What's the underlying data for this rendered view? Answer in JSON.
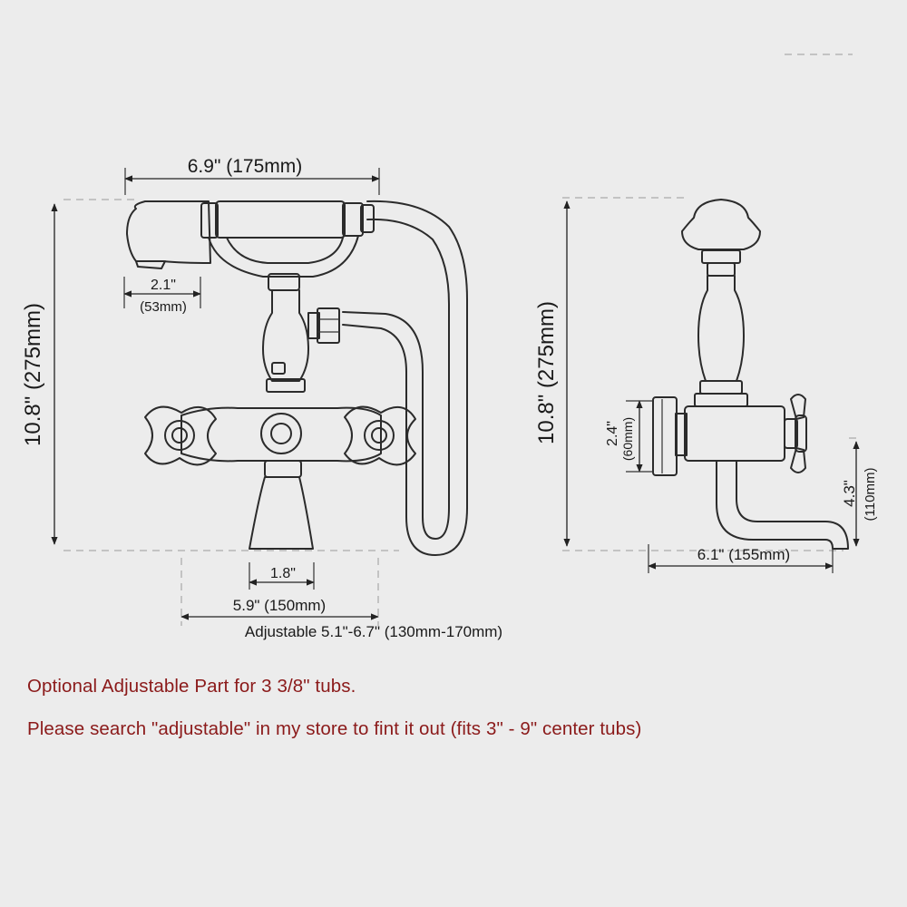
{
  "colors": {
    "background": "#ececec",
    "line": "#2b2b2b",
    "note_text": "#8b1a1a"
  },
  "dimensions": {
    "handset_width": "6.9\" (175mm)",
    "handset_head_in": "2.1\"",
    "handset_head_mm": "(53mm)",
    "front_height": "10.8\" (275mm)",
    "spout_width": "1.8\"",
    "center_distance": "5.9\" (150mm)",
    "adjustable_range": "Adjustable 5.1\"-6.7\" (130mm-170mm)",
    "side_height": "10.8\" (275mm)",
    "flange_in": "2.4\"",
    "flange_mm": "(60mm)",
    "spout_drop_in": "4.3\"",
    "spout_drop_mm": "(110mm)",
    "spout_reach": "6.1\" (155mm)"
  },
  "notes": {
    "line1": "Optional Adjustable Part for 3 3/8\" tubs.",
    "line2": "Please search \"adjustable\" in my store to fint it out (fits 3\" - 9\" center tubs)"
  }
}
